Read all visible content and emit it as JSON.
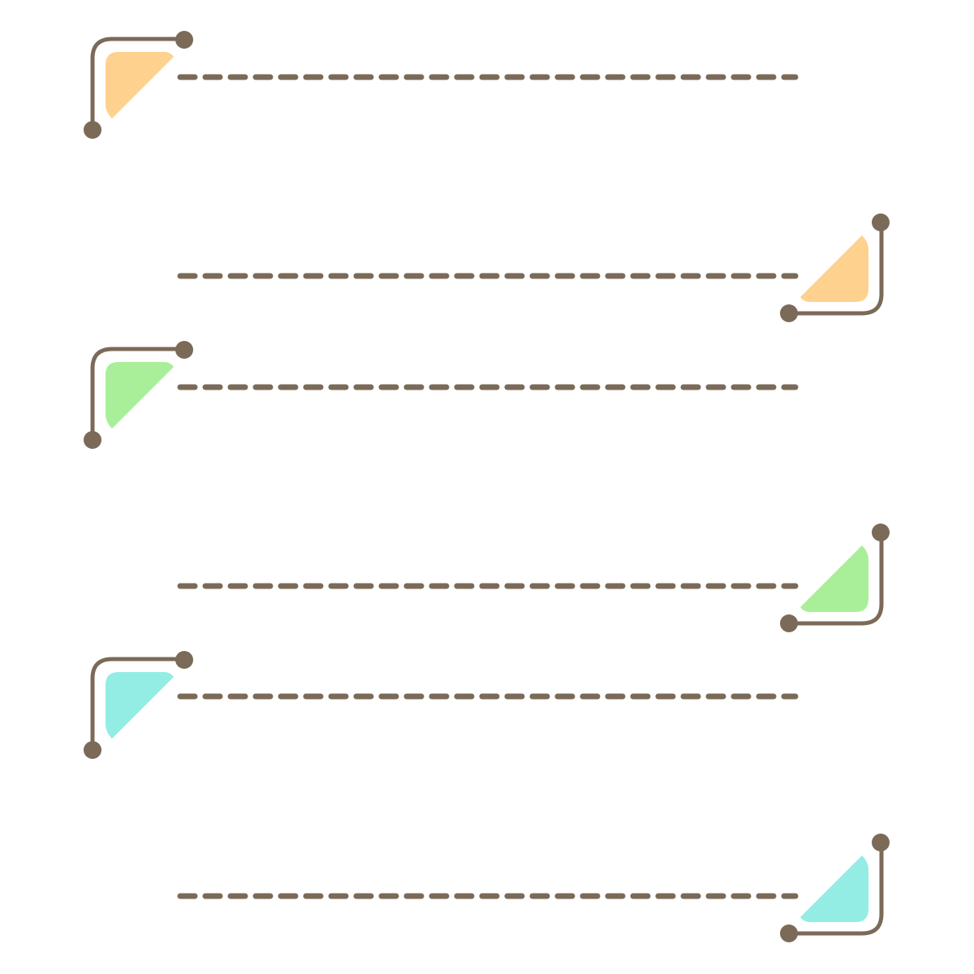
{
  "palette": {
    "line": "#7b6a58",
    "orange": "#ffd18f",
    "green": "#a9ef9a",
    "cyan": "#93ede4"
  },
  "frames": [
    {
      "id": "frame-1",
      "corner": "top-left",
      "accent": "orange"
    },
    {
      "id": "frame-1",
      "corner": "bottom-right",
      "accent": "orange"
    },
    {
      "id": "frame-2",
      "corner": "top-left",
      "accent": "green"
    },
    {
      "id": "frame-2",
      "corner": "bottom-right",
      "accent": "green"
    },
    {
      "id": "frame-3",
      "corner": "top-left",
      "accent": "cyan"
    },
    {
      "id": "frame-3",
      "corner": "bottom-right",
      "accent": "cyan"
    }
  ]
}
